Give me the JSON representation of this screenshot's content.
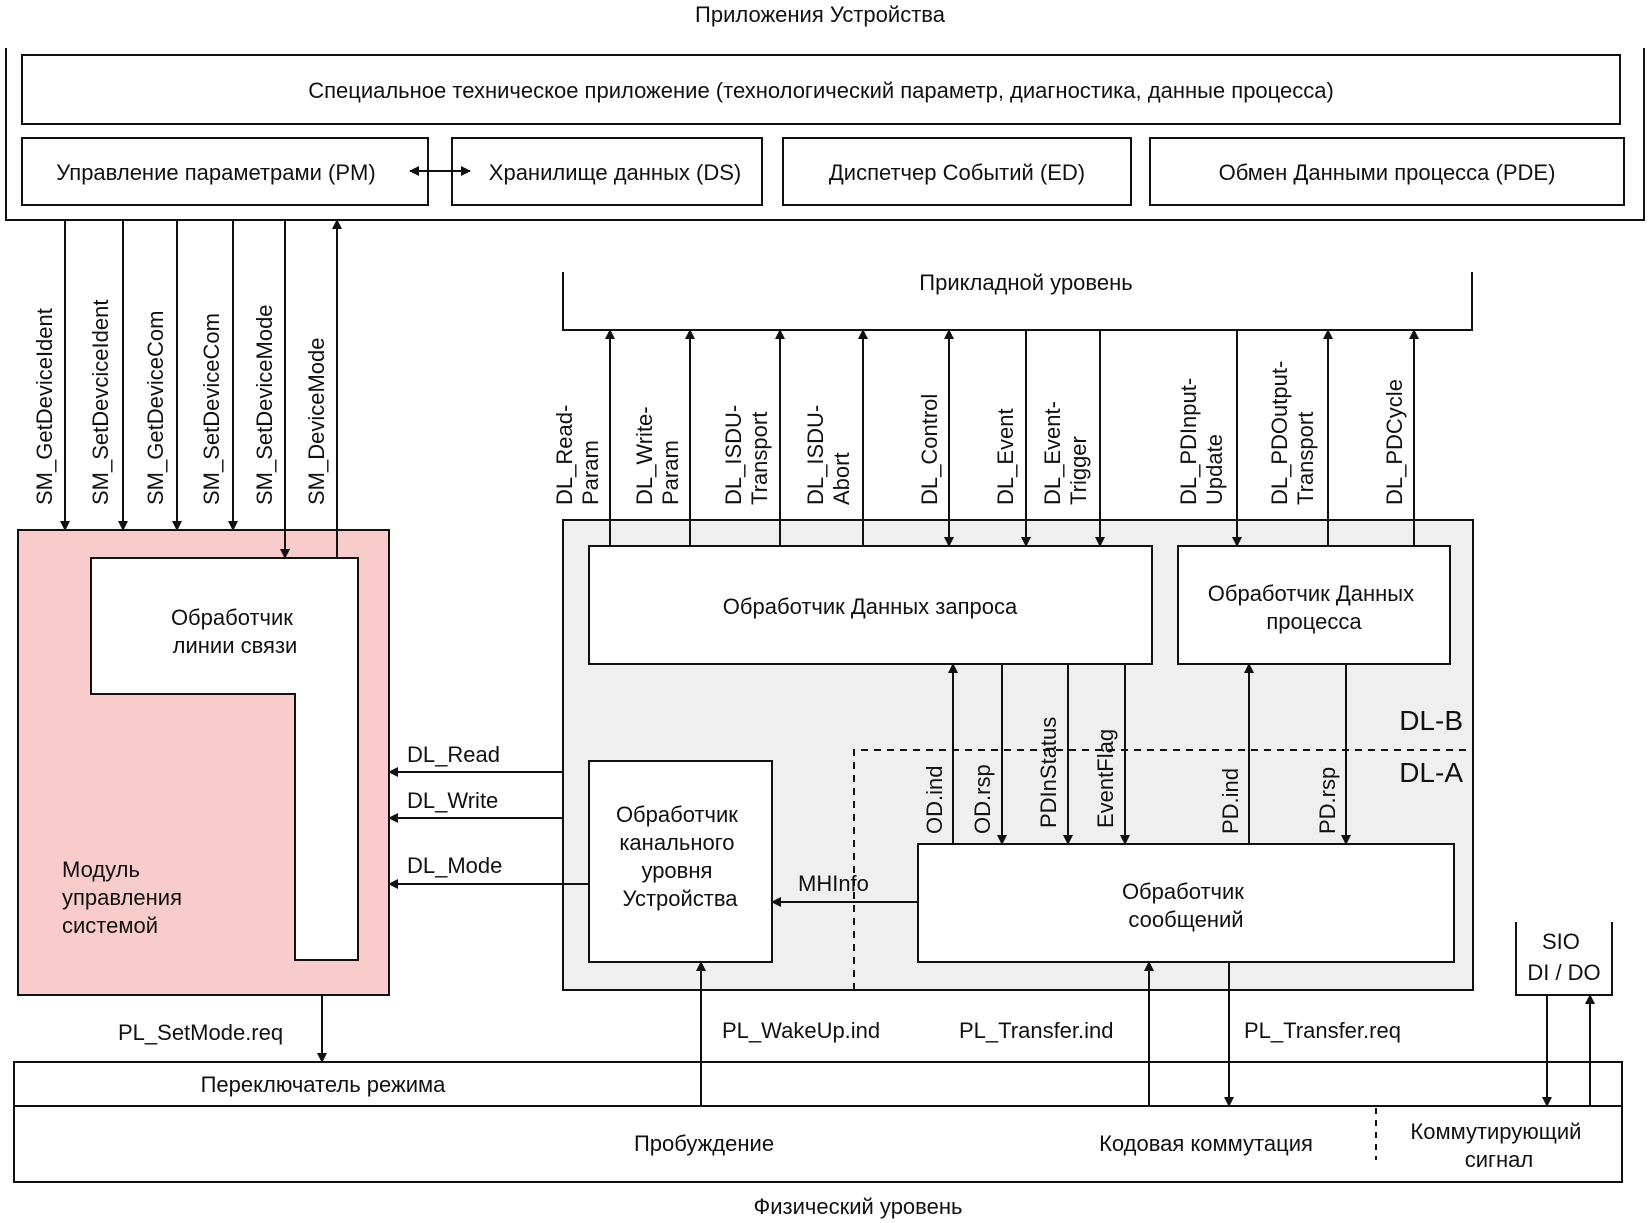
{
  "device_apps": {
    "title": "Приложения Устройства",
    "special_app": "Специальное техническое приложение (технологический параметр, диагностика, данные процесса)",
    "pm": "Управление параметрами (PM)",
    "ds": "Хранилище данных (DS)",
    "ed": "Диспетчер Событий (ED)",
    "pde": "Обмен Данными процесса (PDE)"
  },
  "sm_services": [
    "SM_GetDeviceIdent",
    "SM_SetDevciceIdent",
    "SM_GetDeviceCom",
    "SM_SetDeviceCom",
    "SM_SetDeviceMode",
    "SM_DeviceMode"
  ],
  "app_layer": {
    "title": "Прикладной уровень",
    "services": [
      [
        "DL_Read-",
        "Param"
      ],
      [
        "DL_Write-",
        "Param"
      ],
      [
        "DL_ISDU-",
        "Transport"
      ],
      [
        "DL_ISDU-",
        "Abort"
      ],
      [
        "DL_Control"
      ],
      [
        "DL_Event"
      ],
      [
        "DL_Event-",
        "Trigger"
      ],
      [
        "DL_PDInput-",
        "Update"
      ],
      [
        "DL_PDOutput-",
        "Transport"
      ],
      [
        "DL_PDCycle"
      ]
    ]
  },
  "system_module": {
    "label_lines": [
      "Модуль",
      "управления",
      "системой"
    ],
    "line_handler_lines": [
      "Обработчик",
      "линии связи"
    ]
  },
  "dl": {
    "request_handler": "Обработчик Данных запроса",
    "process_handler_lines": [
      "Обработчик Данных",
      "процесса"
    ],
    "channel_handler_lines": [
      "Обработчик",
      "канального",
      "уровня",
      "Устройства"
    ],
    "message_handler_lines": [
      "Обработчик",
      "сообщений"
    ],
    "dlb": "DL-B",
    "dla": "DL-A",
    "internal_signals": [
      "OD.ind",
      "OD.rsp",
      "PDInStatus",
      "EventFlag",
      "PD.ind",
      "PD.rsp"
    ],
    "mhinfo": "MHInfo",
    "dl_read": "DL_Read",
    "dl_write": "DL_Write",
    "dl_mode": "DL_Mode"
  },
  "pl": {
    "setmode": "PL_SetMode.req",
    "wakeup": "PL_WakeUp.ind",
    "transfer_ind": "PL_Transfer.ind",
    "transfer_req": "PL_Transfer.req"
  },
  "sio_lines": [
    "SIO",
    "DI / DO"
  ],
  "physical": {
    "mode_switch": "Переключатель режима",
    "wakeup": "Пробуждение",
    "code_switching": "Кодовая коммутация",
    "switching_signal_lines": [
      "Коммутирующий",
      "сигнал"
    ],
    "title": "Физический уровень"
  },
  "colors": {
    "system_module_fill": "#f9cccc",
    "dl_region_fill": "#efefef",
    "line": "#111111"
  }
}
